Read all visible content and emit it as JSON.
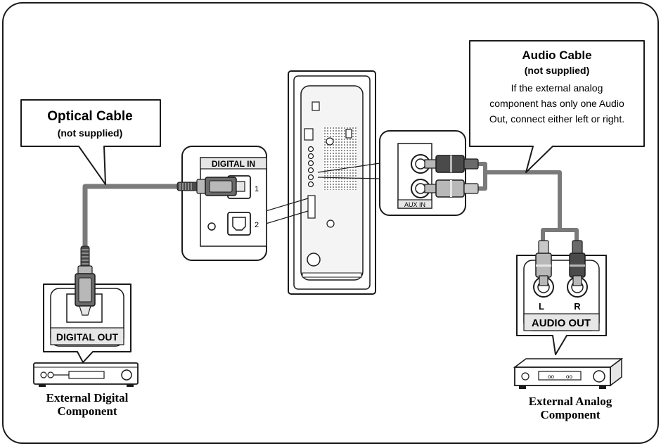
{
  "optical_callout": {
    "title": "Optical Cable",
    "note": "(not supplied)"
  },
  "audio_callout": {
    "title": "Audio Cable",
    "note": "(not supplied)",
    "description_lines": [
      "If the external analog",
      "component has only one Audio",
      "Out, connect either left or right."
    ]
  },
  "digital_in_panel": {
    "title": "DIGITAL IN",
    "port_1": "1",
    "port_2": "2"
  },
  "aux_panel": {
    "label": "AUX IN"
  },
  "digital_out_panel": {
    "label": "DIGITAL OUT"
  },
  "audio_out_panel": {
    "left_label": "L",
    "right_label": "R",
    "label": "AUDIO OUT"
  },
  "external_digital": {
    "line1": "External Digital",
    "line2": "Component"
  },
  "external_analog": {
    "line1": "External Analog",
    "line2": "Component"
  },
  "colors": {
    "cable": "#7a7a7a",
    "plug_dark": "#4a4a4a",
    "plug_light": "#b8b8b8",
    "outline": "#1a1a1a",
    "panel_fill": "#e6e6e6"
  }
}
